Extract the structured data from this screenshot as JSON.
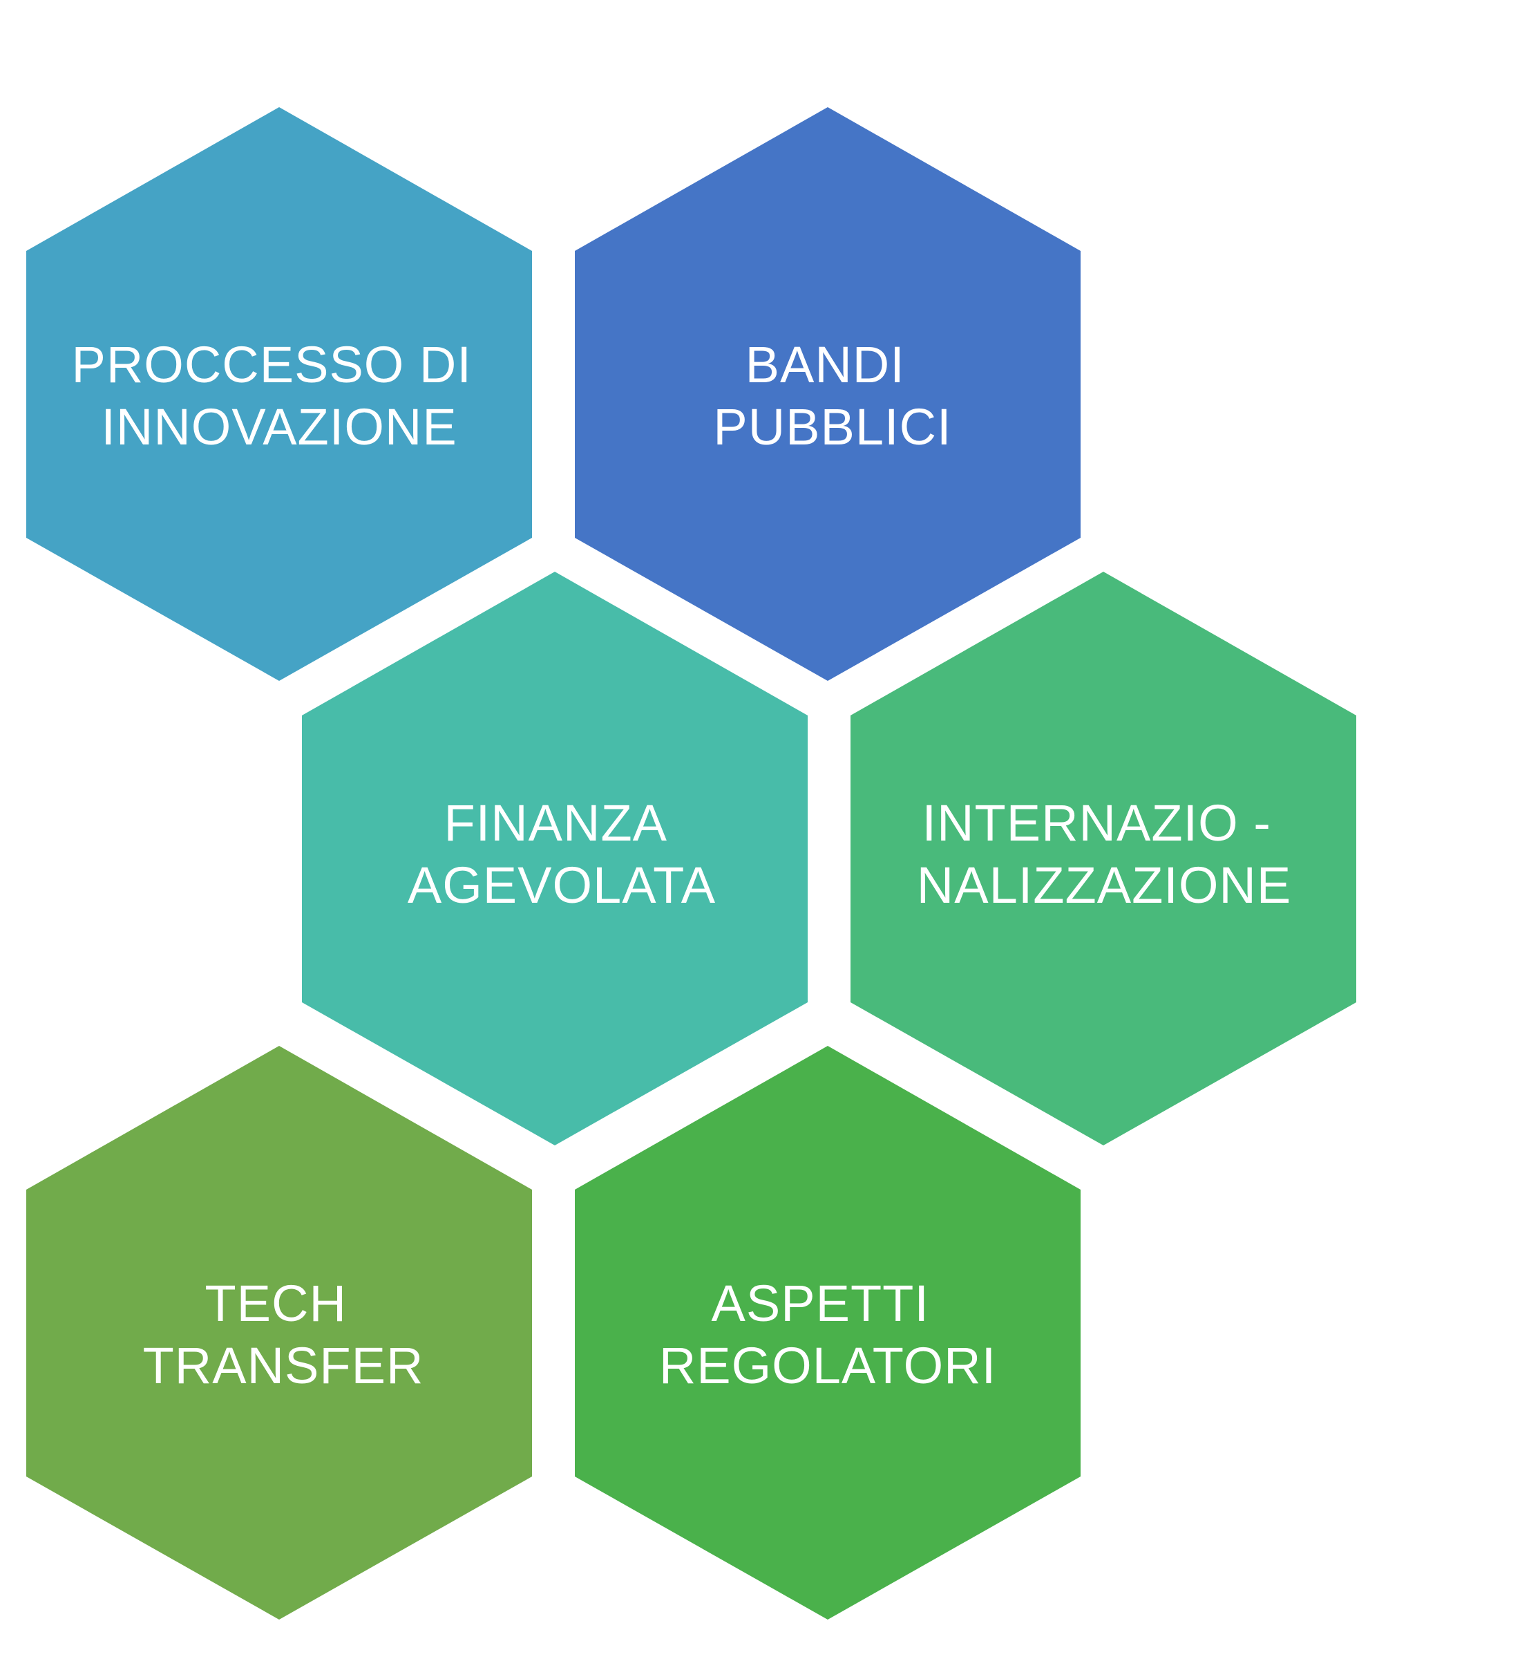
{
  "hexagons": [
    {
      "id": "proccesso",
      "color": "#45A3C5",
      "lines": [
        "PROCCESSO DI",
        "INNOVAZIONE"
      ]
    },
    {
      "id": "bandi",
      "color": "#4575C6",
      "lines": [
        "BANDI",
        "PUBBLICI"
      ]
    },
    {
      "id": "finanza",
      "color": "#48BCA9",
      "lines": [
        "FINANZA",
        "AGEVOLATA"
      ]
    },
    {
      "id": "internazionalizzazione",
      "color": "#49BA7B",
      "lines": [
        "INTERNAZIO -",
        "NALIZZAZIONE"
      ]
    },
    {
      "id": "tech",
      "color": "#71AB4B",
      "lines": [
        "TECH",
        "TRANSFER"
      ]
    },
    {
      "id": "aspetti",
      "color": "#4AB14B",
      "lines": [
        "ASPETTI",
        "REGOLATORI"
      ]
    }
  ]
}
